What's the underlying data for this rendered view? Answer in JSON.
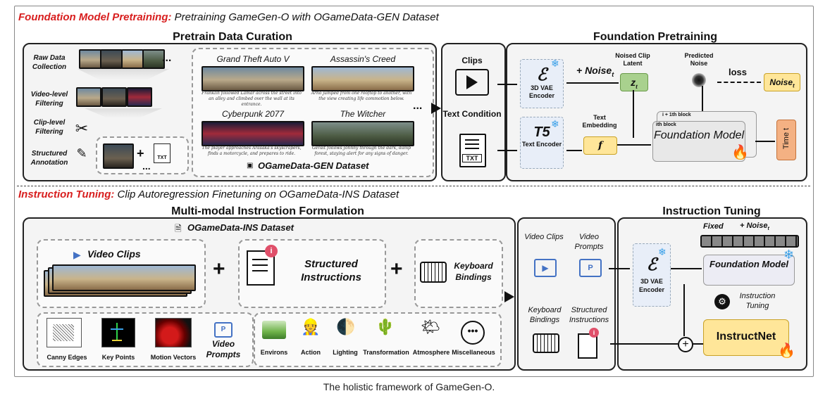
{
  "top_heading": {
    "red": "Foundation Model Pretraining:",
    "rest": " Pretraining GameGen-O with OGameData-GEN Dataset"
  },
  "pretrain": {
    "title": "Pretrain Data Curation",
    "steps": [
      "Raw Data Collection",
      "Video-level Filtering",
      "Clip-level Filtering",
      "Structured Annotation"
    ],
    "ellipsis": "...",
    "txt_label": "TXT",
    "games": [
      {
        "name": "Grand Theft Auto V",
        "caption": "Franklin followed Lamar across the street into an alley and climbed over the wall at its entrance."
      },
      {
        "name": "Assassin's Creed",
        "caption": "Arno jumped from one rooftop to another, with the view creating life commotion below."
      },
      {
        "name": "Cyberpunk 2077",
        "caption": "The player approaches Arasaka's skyscrapers, finds a motorcycle, and prepares to ride."
      },
      {
        "name": "The Witcher",
        "caption": "Geralt follows Johnny through the dark, damp forest, staying alert for any signs of danger."
      }
    ],
    "dataset_label": "OGameData-GEN Dataset"
  },
  "foundation": {
    "title": "Foundation Pretraining",
    "clips": "Clips",
    "text_condition": "Text Condition",
    "txt": "TXT",
    "vae_symbol": "ℰ",
    "vae_label": "3D VAE Encoder",
    "t5_symbol": "T5",
    "t5_label": "Text Encoder",
    "noise_plus": "+ Noise",
    "noise_sub": "t",
    "noised_latent_label": "Noised Clip Latent",
    "z_symbol": "z",
    "z_sub": "t",
    "predicted_noise": "Predicted Noise",
    "loss": "loss",
    "noise_box": "Noise",
    "noise_box_sub": "t",
    "text_embedding": "Text Embedding",
    "f_symbol": "f",
    "block_i1": "i + 1th block",
    "block_i": "ith block",
    "fm_label": "Foundation Model",
    "time_label": "Time t"
  },
  "bottom_heading": {
    "red": "Instruction Tuning:",
    "rest": " Clip Autoregression Finetuning on OGameData-INS Dataset"
  },
  "multimodal": {
    "title": "Multi-modal Instruction Formulation",
    "dataset_label": "OGameData-INS Dataset",
    "video_clips": "Video Clips",
    "structured_instructions": "Structured Instructions",
    "keyboard_bindings": "Keyboard Bindings",
    "plus": "+",
    "sub_video": [
      "Canny Edges",
      "Key Points",
      "Motion Vectors"
    ],
    "video_prompts": "Video Prompts",
    "sub_instr": [
      "Environs",
      "Action",
      "Lighting",
      "Transformation",
      "Atmosphere",
      "Miscellaneous"
    ]
  },
  "inputs": {
    "video_clips": "Video Clips",
    "video_prompts": "Video Prompts",
    "keyboard_bindings": "Keyboard Bindings",
    "structured_instructions": "Structured Instructions"
  },
  "instruction_tuning": {
    "title": "Instruction Tuning",
    "fixed": "Fixed",
    "noise_plus": "+ Noise",
    "noise_sub": "t",
    "vae_symbol": "ℰ",
    "vae_label": "3D VAE Encoder",
    "fm_label": "Foundation Model",
    "tuning_label": "Instruction Tuning",
    "instructnet": "InstructNet"
  },
  "caption": "The holistic framework of GameGen-O."
}
